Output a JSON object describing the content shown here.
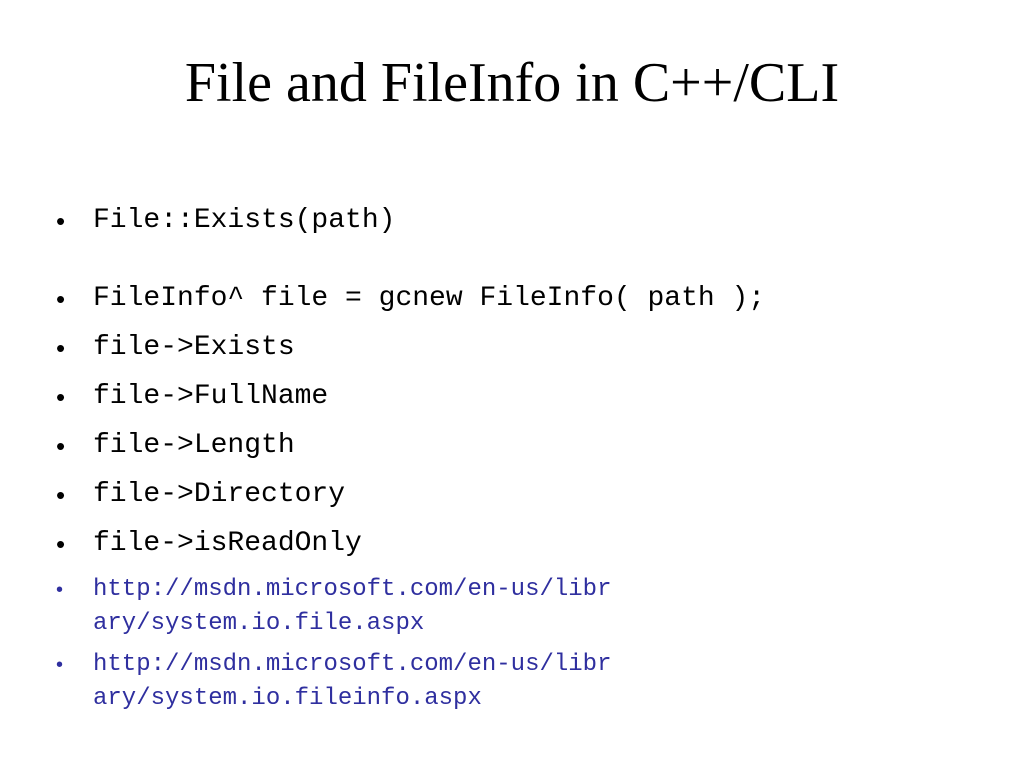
{
  "slide": {
    "title": "File and FileInfo in C++/CLI",
    "bullet_char": "•",
    "items": [
      {
        "text": "File::Exists(path)",
        "kind": "code"
      },
      {
        "text": "FileInfo^ file = gcnew FileInfo( path );",
        "kind": "code"
      },
      {
        "text": "file->Exists",
        "kind": "code"
      },
      {
        "text": "file->FullName",
        "kind": "code"
      },
      {
        "text": "file->Length",
        "kind": "code"
      },
      {
        "text": "file->Directory",
        "kind": "code"
      },
      {
        "text": "file->isReadOnly",
        "kind": "code"
      },
      {
        "text": "http://msdn.microsoft.com/en-us/library/system.io.file.aspx",
        "kind": "link"
      },
      {
        "text": "http://msdn.microsoft.com/en-us/library/system.io.fileinfo.aspx",
        "kind": "link"
      }
    ],
    "colors": {
      "text": "#000000",
      "link": "#2f2f9f",
      "background": "#ffffff"
    }
  }
}
